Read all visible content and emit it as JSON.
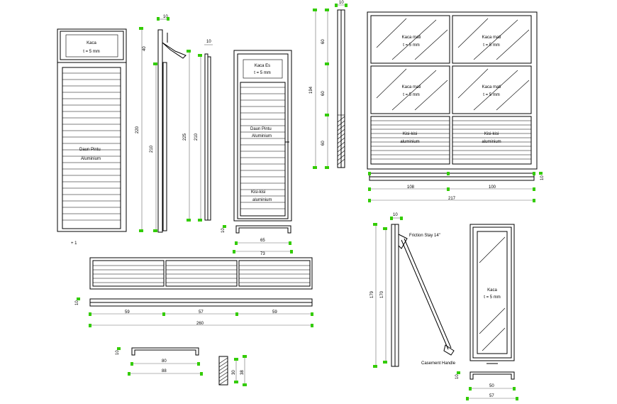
{
  "labels": {
    "door_transom_glass": "Kaca",
    "door_transom_thickness": "t = 5 mm",
    "door_leaf": "Daun Pintu",
    "door_leaf_material": "Aluminium",
    "door2_glass": "Kaca Es",
    "door2_thickness": "t = 5 mm",
    "door2_leaf": "Daun Pintu",
    "door2_leaf_material": "Aluminium",
    "door2_louver": "Kisi-kisi",
    "door2_louver_material": "aluminium",
    "window_glass": "Kaca mati",
    "window_glass_thickness": "t = 5 mm",
    "window_louver": "Kisi-kisi",
    "window_louver_material": "aluminium",
    "hinge_label": "Friction Stay 14\"",
    "handle_label": "Casement Handle",
    "narrow_glass": "Kaca",
    "narrow_thickness": "t = 5 mm"
  },
  "dims": {
    "d10_a": "10",
    "d40": "40",
    "d220": "220",
    "d210": "210",
    "d10_b": "10",
    "d225": "225",
    "d210_b": "210",
    "d10_c": "10",
    "d65": "65",
    "d73": "73",
    "d10_d": "10",
    "d60_a": "60",
    "d60_b": "60",
    "d60_c": "60",
    "d194": "194",
    "d108": "108",
    "d100": "100",
    "d217": "217",
    "d10_e": "10",
    "d10_f": "10",
    "d59_a": "59",
    "d57": "57",
    "d59_b": "59",
    "d260": "260",
    "d10_g": "10",
    "d80": "80",
    "d88": "88",
    "d30": "30",
    "d38": "38",
    "d10_h": "10",
    "d179": "179",
    "d170": "170",
    "d10_i": "10",
    "d50": "50",
    "d57_b": "57"
  }
}
